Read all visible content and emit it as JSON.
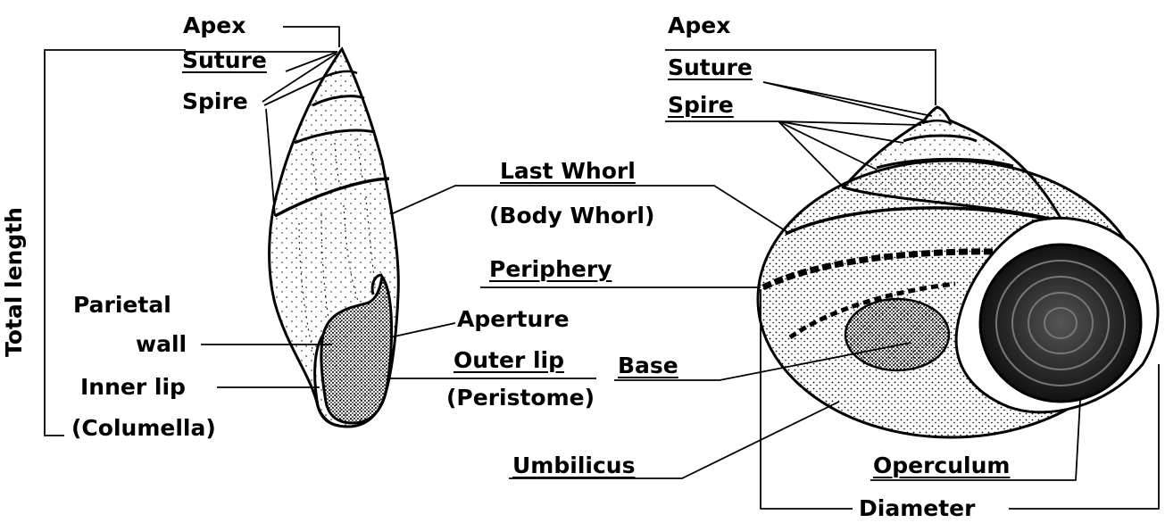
{
  "labels": {
    "left": {
      "apex": "Apex",
      "suture": "Suture",
      "spire": "Spire",
      "total_length": "Total length",
      "parietal": "Parietal",
      "wall": "wall",
      "inner_lip": "Inner lip",
      "columella": "(Columella)"
    },
    "center": {
      "last_whorl": "Last Whorl",
      "body_whorl": "(Body Whorl)",
      "periphery": "Periphery",
      "aperture": "Aperture",
      "outer_lip": "Outer lip",
      "peristome": "(Peristome)",
      "base": "Base",
      "umbilicus": "Umbilicus"
    },
    "right": {
      "apex": "Apex",
      "suture": "Suture",
      "spire": "Spire",
      "operculum": "Operculum",
      "diameter": "Diameter"
    }
  }
}
